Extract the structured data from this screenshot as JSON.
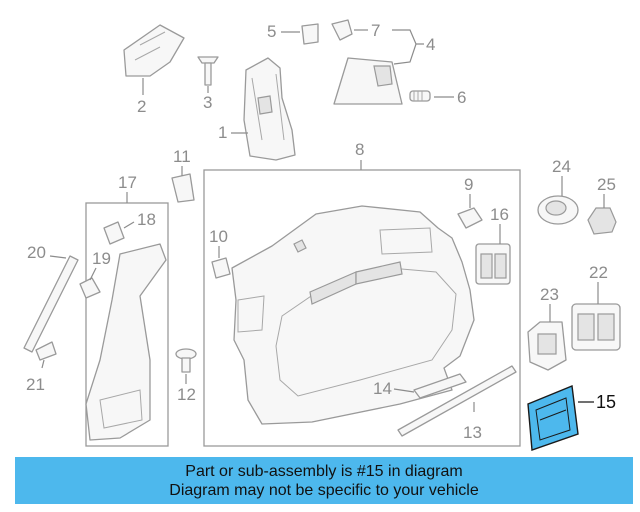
{
  "callouts": {
    "c1": "1",
    "c2": "2",
    "c3": "3",
    "c4": "4",
    "c5": "5",
    "c6": "6",
    "c7": "7",
    "c8": "8",
    "c9": "9",
    "c10": "10",
    "c11": "11",
    "c12": "12",
    "c13": "13",
    "c14": "14",
    "c15": "15",
    "c16": "16",
    "c17": "17",
    "c18": "18",
    "c19": "19",
    "c20": "20",
    "c21": "21",
    "c22": "22",
    "c23": "23",
    "c24": "24",
    "c25": "25"
  },
  "highlight": {
    "part_number": "15",
    "color": "#4db8ed"
  },
  "banner": {
    "line1": "Part or sub-assembly is #15 in diagram",
    "line2": "Diagram may not be specific to your vehicle",
    "color": "#4db8ed"
  }
}
